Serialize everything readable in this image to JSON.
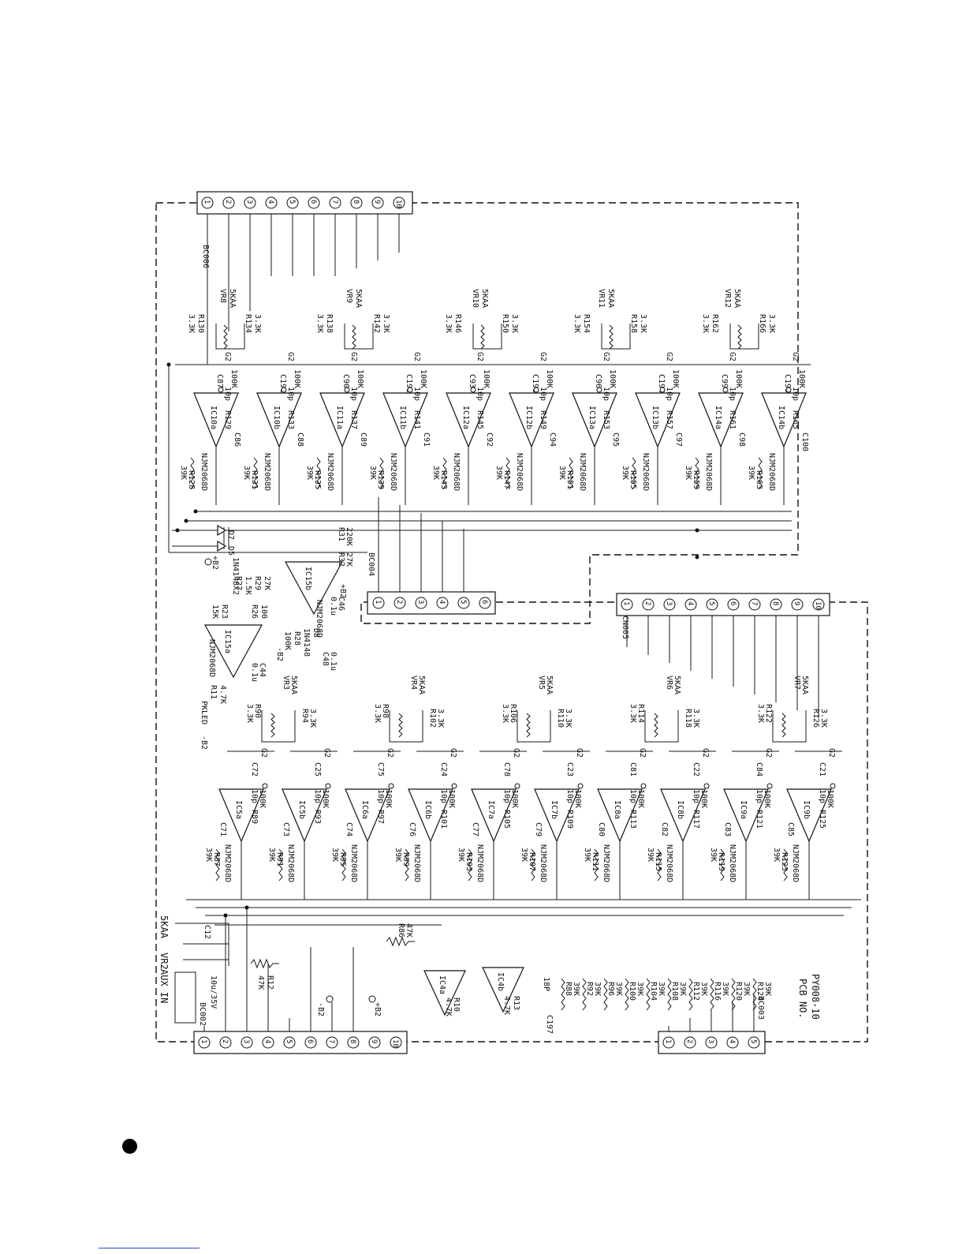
{
  "connectors": {
    "bc006": {
      "label": "BC006",
      "pins": [
        "1",
        "2",
        "3",
        "4",
        "5",
        "6",
        "7",
        "8",
        "9",
        "10"
      ]
    },
    "bc004": {
      "label": "BC004",
      "pins": [
        "1",
        "2",
        "3",
        "4",
        "5",
        "6"
      ]
    },
    "cn005": {
      "label": "CN005",
      "pins": [
        "1",
        "2",
        "3",
        "4",
        "5",
        "6",
        "7",
        "8",
        "9",
        "10"
      ]
    },
    "bc002": {
      "label": "BC002",
      "pins": [
        "1",
        "2",
        "3",
        "4",
        "5",
        "6",
        "7",
        "8",
        "9",
        "10"
      ]
    },
    "bc003": {
      "label": "BC003",
      "pins": [
        "1",
        "2",
        "3",
        "4",
        "5"
      ]
    }
  },
  "top_stages": [
    {
      "vr": "VR8",
      "vr_val": "5KAA",
      "r_in": "R128",
      "r_in_val": "39K",
      "r_a": "R129",
      "r_a_val": "100K",
      "c_a": "C86",
      "c_a_val": "10p",
      "ic": "IC10a",
      "cap": "C87"
    },
    {
      "vr": "",
      "vr_val": "",
      "r_in": "R131",
      "r_in_val": "39K",
      "r_a": "R133",
      "r_a_val": "100K",
      "c_a": "C88",
      "c_a_val": "10p",
      "ic": "IC10b",
      "cap": "C191"
    },
    {
      "vr": "VR9",
      "vr_val": "5KAA",
      "r_in": "R135",
      "r_in_val": "39K",
      "r_a": "R137",
      "r_a_val": "100K",
      "c_a": "C89",
      "c_a_val": "10p",
      "ic": "IC11a",
      "cap": "C90"
    },
    {
      "vr": "",
      "vr_val": "",
      "r_in": "R139",
      "r_in_val": "39K",
      "r_a": "R141",
      "r_a_val": "100K",
      "c_a": "C91",
      "c_a_val": "10p",
      "ic": "IC11b",
      "cap": "C192"
    },
    {
      "vr": "VR10",
      "vr_val": "5KAA",
      "r_in": "R143",
      "r_in_val": "39K",
      "r_a": "R145",
      "r_a_val": "100K",
      "c_a": "C92",
      "c_a_val": "10p",
      "ic": "IC12a",
      "cap": "C93"
    },
    {
      "vr": "",
      "vr_val": "",
      "r_in": "R147",
      "r_in_val": "39K",
      "r_a": "R149",
      "r_a_val": "100K",
      "c_a": "C94",
      "c_a_val": "10p",
      "ic": "IC12b",
      "cap": "C193"
    },
    {
      "vr": "VR11",
      "vr_val": "5KAA",
      "r_in": "R151",
      "r_in_val": "39K",
      "r_a": "R153",
      "r_a_val": "100K",
      "c_a": "C95",
      "c_a_val": "10p",
      "ic": "IC13a",
      "cap": "C96"
    },
    {
      "vr": "",
      "vr_val": "",
      "r_in": "R155",
      "r_in_val": "39K",
      "r_a": "R157",
      "r_a_val": "100K",
      "c_a": "C97",
      "c_a_val": "10p",
      "ic": "IC13b",
      "cap": "C194"
    },
    {
      "vr": "VR12",
      "vr_val": "5KAA",
      "r_in": "R159",
      "r_in_val": "39K",
      "r_a": "R161",
      "r_a_val": "100K",
      "c_a": "C98",
      "c_a_val": "10p",
      "ic": "IC14a",
      "cap": "C99"
    },
    {
      "vr": "",
      "vr_val": "",
      "r_in": "R163",
      "r_in_val": "39K",
      "r_a": "R165",
      "r_a_val": "100K",
      "c_a": "C100",
      "c_a_val": "10p",
      "ic": "IC14b",
      "cap": "C195"
    }
  ],
  "top_pots": [
    {
      "r_top": "R130",
      "r_top_val": "3.3K",
      "r_bot": "R134",
      "r_bot_val": "3.3K"
    },
    {
      "r_top": "R138",
      "r_top_val": "3.3K",
      "r_bot": "R142",
      "r_bot_val": "3.3K"
    },
    {
      "r_top": "R146",
      "r_top_val": "3.3K",
      "r_bot": "R150",
      "r_bot_val": "3.3K"
    },
    {
      "r_top": "R154",
      "r_top_val": "3.3K",
      "r_bot": "R158",
      "r_bot_val": "3.3K"
    },
    {
      "r_top": "R162",
      "r_top_val": "3.3K",
      "r_bot": "R166",
      "r_bot_val": "3.3K"
    }
  ],
  "bottom_stages": [
    {
      "r_in": "R87",
      "r_in_val": "39K",
      "r_a": "R89",
      "r_a_val": "100K",
      "c_a": "C71",
      "c_a_val": "10p",
      "ic": "IC5a",
      "cap": "C72"
    },
    {
      "r_in": "R91",
      "r_in_val": "39K",
      "r_a": "R93",
      "r_a_val": "100K",
      "c_a": "C73",
      "c_a_val": "10p",
      "ic": "IC5b",
      "cap": "C25"
    },
    {
      "r_in": "R95",
      "r_in_val": "39K",
      "r_a": "R97",
      "r_a_val": "100K",
      "c_a": "C74",
      "c_a_val": "10p",
      "ic": "IC6a",
      "cap": "C75"
    },
    {
      "r_in": "R99",
      "r_in_val": "39K",
      "r_a": "R101",
      "r_a_val": "100K",
      "c_a": "C76",
      "c_a_val": "10p",
      "ic": "IC6b",
      "cap": "C24"
    },
    {
      "r_in": "R103",
      "r_in_val": "39K",
      "r_a": "R105",
      "r_a_val": "100K",
      "c_a": "C77",
      "c_a_val": "10p",
      "ic": "IC7a",
      "cap": "C78"
    },
    {
      "r_in": "R107",
      "r_in_val": "39K",
      "r_a": "R109",
      "r_a_val": "100K",
      "c_a": "C79",
      "c_a_val": "10p",
      "ic": "IC7b",
      "cap": "C23"
    },
    {
      "r_in": "R111",
      "r_in_val": "39K",
      "r_a": "R113",
      "r_a_val": "100K",
      "c_a": "C80",
      "c_a_val": "10p",
      "ic": "IC8a",
      "cap": "C81"
    },
    {
      "r_in": "R115",
      "r_in_val": "39K",
      "r_a": "R117",
      "r_a_val": "100K",
      "c_a": "C82",
      "c_a_val": "10p",
      "ic": "IC8b",
      "cap": "C22"
    },
    {
      "r_in": "R119",
      "r_in_val": "39K",
      "r_a": "R121",
      "r_a_val": "100K",
      "c_a": "C83",
      "c_a_val": "10p",
      "ic": "IC9a",
      "cap": "C84"
    },
    {
      "r_in": "R123",
      "r_in_val": "39K",
      "r_a": "R125",
      "r_a_val": "100K",
      "c_a": "C85",
      "c_a_val": "10p",
      "ic": "IC9b",
      "cap": "C21"
    }
  ],
  "bottom_pots": [
    {
      "vr": "VR3",
      "vr_val": "5KAA",
      "r_top": "R90",
      "r_top_val": "3.3K",
      "r_bot": "R94",
      "r_bot_val": "3.3K"
    },
    {
      "vr": "VR4",
      "vr_val": "5KAA",
      "r_top": "R98",
      "r_top_val": "3.3K",
      "r_bot": "R102",
      "r_bot_val": "3.3K"
    },
    {
      "vr": "VR5",
      "vr_val": "5KAA",
      "r_top": "R106",
      "r_top_val": "3.3K",
      "r_bot": "R110",
      "r_bot_val": "3.3K"
    },
    {
      "vr": "VR6",
      "vr_val": "5KAA",
      "r_top": "R114",
      "r_top_val": "3.3K",
      "r_bot": "R118",
      "r_bot_val": "3.3K"
    },
    {
      "vr": "VR7",
      "vr_val": "5KAA",
      "r_top": "R122",
      "r_top_val": "3.3K",
      "r_bot": "R126",
      "r_bot_val": "3.3K"
    }
  ],
  "bottom_resistors": [
    {
      "ref": "R88",
      "val": "39K"
    },
    {
      "ref": "R92",
      "val": "39K"
    },
    {
      "ref": "R96",
      "val": "39K"
    },
    {
      "ref": "R100",
      "val": "39K"
    },
    {
      "ref": "R104",
      "val": "39K"
    },
    {
      "ref": "R108",
      "val": "39K"
    },
    {
      "ref": "R112",
      "val": "39K"
    },
    {
      "ref": "R116",
      "val": "39K"
    },
    {
      "ref": "R120",
      "val": "39K"
    },
    {
      "ref": "R124",
      "val": "39K"
    }
  ],
  "op_amp_part": "NJM2068D",
  "supply": {
    "pos": "+B2",
    "neg": "-B2",
    "gnd": "G2"
  },
  "middle": {
    "ic15a": "IC15a",
    "ic15b": "IC15b",
    "d7": "D7",
    "d5": "D5",
    "d8": "D8",
    "diode_part": "1N4148X2",
    "diode_part2": "1N4148",
    "r23": "R23",
    "r23_val": "15K",
    "r26": "R26",
    "r26_val": "100",
    "r27": "R27",
    "r27_val": "27K",
    "r29": "R29",
    "r29_val": "1.5K",
    "r31": "R31",
    "r31_val": "220K",
    "r32": "R32",
    "r32_val": "27K",
    "r28": "R28",
    "r28_val": "100K",
    "c48": "C48",
    "c48_val": "0.1u",
    "c46": "C46",
    "c46_val": "0.1u",
    "c44": "C44",
    "c44_val": "0.1u",
    "r11": "R11",
    "r11_val": "4.7K",
    "pkled": "PKLED"
  },
  "aux": {
    "label": "AUX IN",
    "vr2": "VR2",
    "vr2_val": "5KAA",
    "r12": "R12",
    "r12_val": "47K",
    "r86": "R86",
    "r86_val": "47K",
    "ic4a": "IC4a",
    "ic4b": "IC4b",
    "r10": "R10",
    "r10_val": "4.7K",
    "r13": "R13",
    "r13_val": "4.7K",
    "c197": "C197",
    "c197_val": "18P",
    "c12": "C12",
    "c12_val": "10u/35V"
  },
  "pcb": {
    "label": "PCB NO.",
    "number": "PY008-10"
  }
}
